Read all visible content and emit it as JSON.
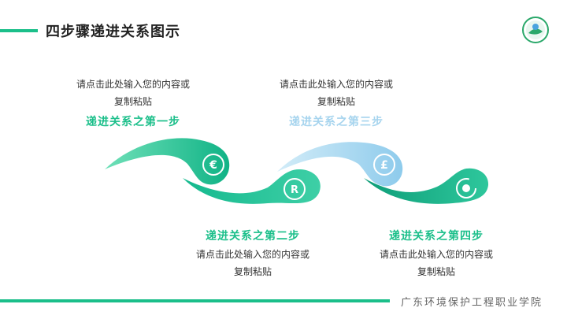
{
  "header": {
    "title": "四步骤递进关系图示"
  },
  "logo": {
    "icon": "school-logo-icon"
  },
  "steps": [
    {
      "title": "递进关系之第一步",
      "desc_line1": "请点击此处输入您的内容或",
      "desc_line2": "复制粘贴",
      "color": "#1bbf8a",
      "icon": "euro-icon",
      "glyph": "€"
    },
    {
      "title": "递进关系之第二步",
      "desc_line1": "请点击此处输入您的内容或",
      "desc_line2": "复制粘贴",
      "color": "#1bbf8a",
      "icon": "registered-icon",
      "glyph": "R"
    },
    {
      "title": "递进关系之第三步",
      "desc_line1": "请点击此处输入您的内容或",
      "desc_line2": "复制粘贴",
      "color": "#a6d4ee",
      "icon": "pound-icon",
      "glyph": "£"
    },
    {
      "title": "递进关系之第四步",
      "desc_line1": "请点击此处输入您的内容或",
      "desc_line2": "复制粘贴",
      "color": "#1bbf8a",
      "icon": "target-icon",
      "glyph": ""
    }
  ],
  "footer": {
    "text": "广东环境保护工程职业学院"
  }
}
